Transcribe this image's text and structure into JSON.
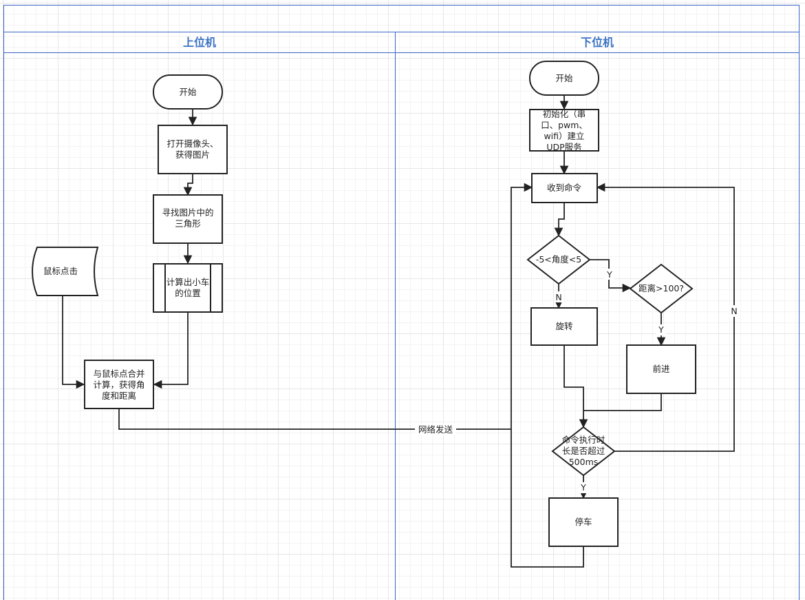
{
  "lanes": {
    "left": "上位机",
    "right": "下位机"
  },
  "nodes": {
    "start_left": [
      "开始"
    ],
    "open_camera": [
      "打开摄像头、",
      "获得图片"
    ],
    "find_triangle": [
      "寻找图片中的",
      "三角形"
    ],
    "calc_position": [
      "计算出小车",
      "的位置"
    ],
    "mouse_click": [
      "鼠标点击"
    ],
    "merge_calc": [
      "与鼠标点合并",
      "计算，获得角",
      "度和距离"
    ],
    "start_right": [
      "开始"
    ],
    "init": [
      "初始化（串",
      "口、pwm、",
      "wifi）建立",
      "UDP服务"
    ],
    "receive_cmd": [
      "收到命令"
    ],
    "angle_check": [
      "-5<角度<5"
    ],
    "distance_check": [
      "距离>100?"
    ],
    "rotate": [
      "旋转"
    ],
    "forward": [
      "前进"
    ],
    "timeout_check": [
      "命令执行时",
      "长是否超过",
      "500ms"
    ],
    "stop": [
      "停车"
    ]
  },
  "edge_labels": {
    "network_send": "网络发送",
    "angle_yes": "Y",
    "angle_no": "N",
    "distance_yes": "Y",
    "timeout_no": "N",
    "timeout_yes": "Y"
  }
}
